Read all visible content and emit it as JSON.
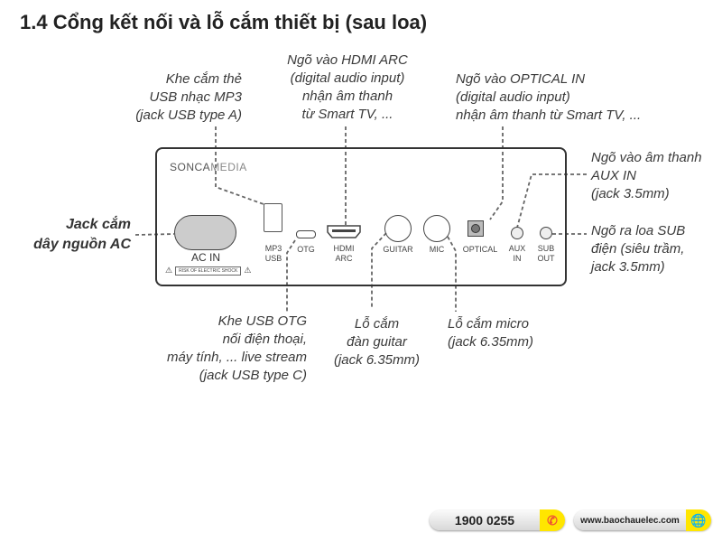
{
  "title": "1.4 Cổng kết nối và lỗ cắm thiết bị (sau loa)",
  "callouts": {
    "usb": [
      "Khe cắm thẻ",
      "USB nhạc MP3",
      "(jack USB type A)"
    ],
    "hdmi": [
      "Ngõ vào HDMI ARC",
      "(digital audio input)",
      "nhận âm thanh",
      "từ Smart TV, ..."
    ],
    "optical": [
      "Ngõ vào OPTICAL IN",
      "(digital audio input)",
      "nhận âm thanh từ Smart TV, ..."
    ],
    "aux": [
      "Ngõ vào âm thanh",
      "AUX IN",
      "(jack 3.5mm)"
    ],
    "sub": [
      "Ngõ ra loa SUB",
      "điện (siêu trầm,",
      "jack 3.5mm)"
    ],
    "ac": [
      "Jack cắm",
      "dây nguồn AC"
    ],
    "otg": [
      "Khe USB OTG",
      "nối điện thoại,",
      "máy tính, ... live stream",
      "(jack USB type C)"
    ],
    "guitar": [
      "Lỗ cắm",
      "đàn guitar",
      "(jack 6.35mm)"
    ],
    "mic": [
      "Lỗ cắm micro",
      "(jack 6.35mm)"
    ]
  },
  "panel": {
    "brand": "SONCA",
    "brand2": "MEDIA",
    "ac_in": "AC IN",
    "warning": "RISK OF ELECTRIC SHOCK",
    "mp3": [
      "MP3",
      "USB"
    ],
    "otg": "OTG",
    "hdmi": [
      "HDMI",
      "ARC"
    ],
    "guitar": "GUITAR",
    "mic": "MIC",
    "optical": "OPTICAL",
    "aux": [
      "AUX",
      "IN"
    ],
    "sub": [
      "SUB",
      "OUT"
    ]
  },
  "footer": {
    "phone": "1900 0255",
    "website": "www.baochauelec.com",
    "accent": "#ffe600"
  }
}
